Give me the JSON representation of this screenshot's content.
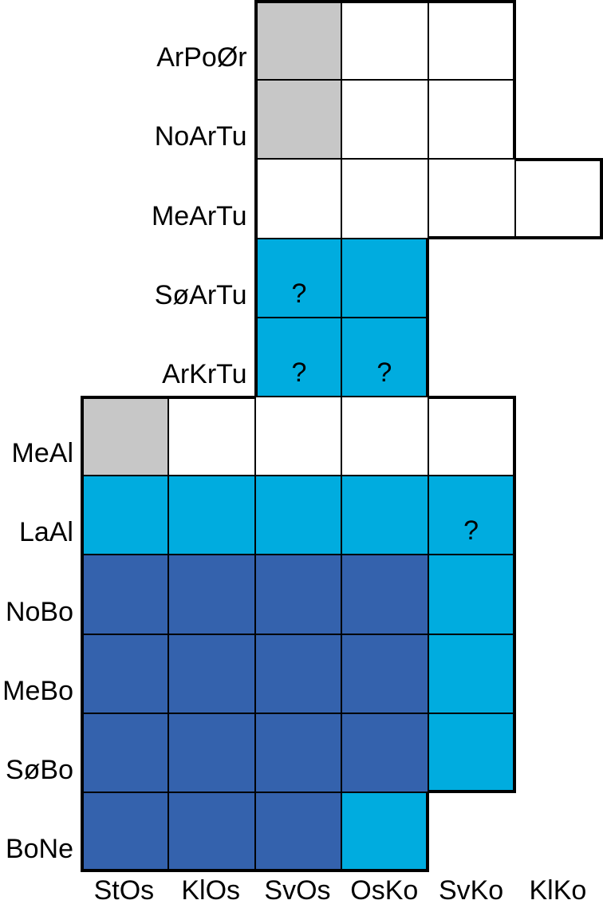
{
  "figure": {
    "marker_symbol": "?",
    "colors": {
      "gray": "#C7C7C7",
      "white": "#FFFFFF",
      "cyan": "#00ACDF",
      "blue": "#3462AD",
      "border": "#000000",
      "text": "#000000"
    }
  },
  "chart_data": {
    "type": "heatmap",
    "title": "",
    "xlabel": "",
    "ylabel": "",
    "grid": true,
    "legend_position": "none",
    "cell_states": [
      "gray",
      "white",
      "cyan",
      "blue"
    ],
    "columns": [
      "StOs",
      "KlOs",
      "SvOs",
      "OsKo",
      "SvKo",
      "KlKo"
    ],
    "rows": [
      {
        "label": "ArPoØr",
        "cells": [
          {
            "col": "SvOs",
            "state": "gray"
          },
          {
            "col": "OsKo",
            "state": "white"
          },
          {
            "col": "SvKo",
            "state": "white"
          }
        ]
      },
      {
        "label": "NoArTu",
        "cells": [
          {
            "col": "SvOs",
            "state": "gray"
          },
          {
            "col": "OsKo",
            "state": "white"
          },
          {
            "col": "SvKo",
            "state": "white"
          }
        ]
      },
      {
        "label": "MeArTu",
        "cells": [
          {
            "col": "SvOs",
            "state": "white"
          },
          {
            "col": "OsKo",
            "state": "white"
          },
          {
            "col": "SvKo",
            "state": "white"
          },
          {
            "col": "KlKo",
            "state": "white"
          }
        ]
      },
      {
        "label": "SøArTu",
        "cells": [
          {
            "col": "SvOs",
            "state": "cyan",
            "mark": "?"
          },
          {
            "col": "OsKo",
            "state": "cyan"
          }
        ]
      },
      {
        "label": "ArKrTu",
        "cells": [
          {
            "col": "SvOs",
            "state": "cyan",
            "mark": "?"
          },
          {
            "col": "OsKo",
            "state": "cyan",
            "mark": "?"
          }
        ]
      },
      {
        "label": "MeAl",
        "cells": [
          {
            "col": "StOs",
            "state": "gray"
          },
          {
            "col": "KlOs",
            "state": "white"
          },
          {
            "col": "SvOs",
            "state": "white"
          },
          {
            "col": "OsKo",
            "state": "white"
          },
          {
            "col": "SvKo",
            "state": "white"
          }
        ]
      },
      {
        "label": "LaAl",
        "cells": [
          {
            "col": "StOs",
            "state": "cyan"
          },
          {
            "col": "KlOs",
            "state": "cyan"
          },
          {
            "col": "SvOs",
            "state": "cyan"
          },
          {
            "col": "OsKo",
            "state": "cyan"
          },
          {
            "col": "SvKo",
            "state": "cyan",
            "mark": "?"
          }
        ]
      },
      {
        "label": "NoBo",
        "cells": [
          {
            "col": "StOs",
            "state": "blue"
          },
          {
            "col": "KlOs",
            "state": "blue"
          },
          {
            "col": "SvOs",
            "state": "blue"
          },
          {
            "col": "OsKo",
            "state": "blue"
          },
          {
            "col": "SvKo",
            "state": "cyan"
          }
        ]
      },
      {
        "label": "MeBo",
        "cells": [
          {
            "col": "StOs",
            "state": "blue"
          },
          {
            "col": "KlOs",
            "state": "blue"
          },
          {
            "col": "SvOs",
            "state": "blue"
          },
          {
            "col": "OsKo",
            "state": "blue"
          },
          {
            "col": "SvKo",
            "state": "cyan"
          }
        ]
      },
      {
        "label": "SøBo",
        "cells": [
          {
            "col": "StOs",
            "state": "blue"
          },
          {
            "col": "KlOs",
            "state": "blue"
          },
          {
            "col": "SvOs",
            "state": "blue"
          },
          {
            "col": "OsKo",
            "state": "blue"
          },
          {
            "col": "SvKo",
            "state": "cyan"
          }
        ]
      },
      {
        "label": "BoNe",
        "cells": [
          {
            "col": "StOs",
            "state": "blue"
          },
          {
            "col": "KlOs",
            "state": "blue"
          },
          {
            "col": "SvOs",
            "state": "blue"
          },
          {
            "col": "OsKo",
            "state": "cyan"
          }
        ]
      }
    ]
  }
}
